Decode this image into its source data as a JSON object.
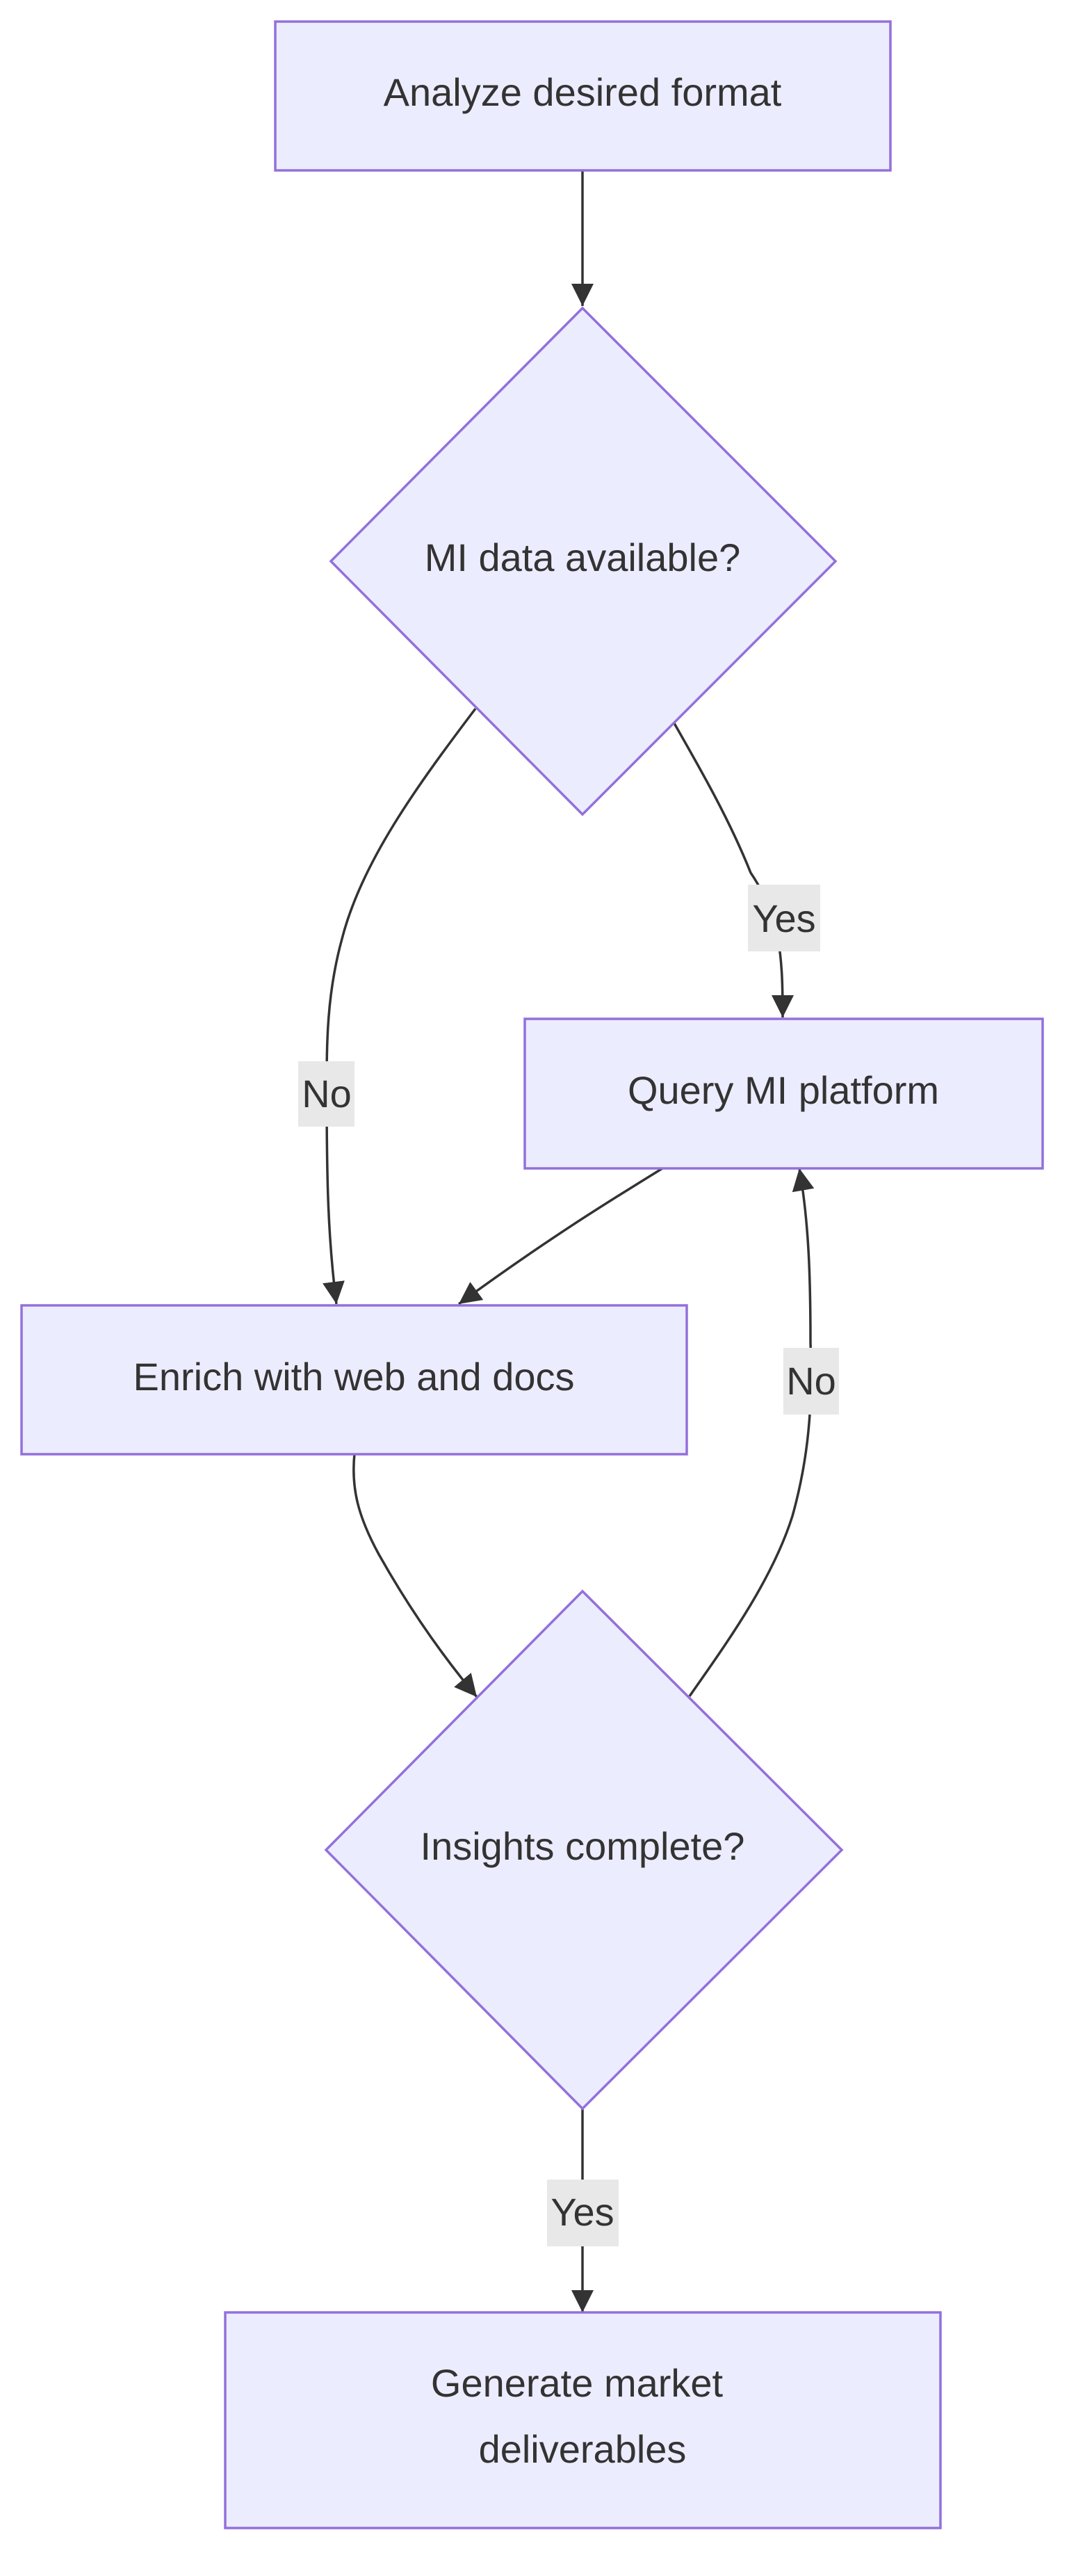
{
  "nodes": {
    "analyze": {
      "label": "Analyze desired format"
    },
    "mi_available": {
      "label": "MI data available?"
    },
    "query_mi": {
      "label": "Query MI platform"
    },
    "enrich": {
      "label": "Enrich with web and docs"
    },
    "insights_complete": {
      "label": "Insights complete?"
    },
    "generate": {
      "label_line1": "Generate market",
      "label_line2": "deliverables"
    }
  },
  "edges": {
    "mi_yes": "Yes",
    "mi_no": "No",
    "insights_no": "No",
    "insights_yes": "Yes"
  },
  "colors": {
    "node_fill": "#ECECFF",
    "node_stroke": "#9370DB",
    "edge": "#333333",
    "edge_label_bg": "#E8E8E8",
    "text": "#333333"
  }
}
